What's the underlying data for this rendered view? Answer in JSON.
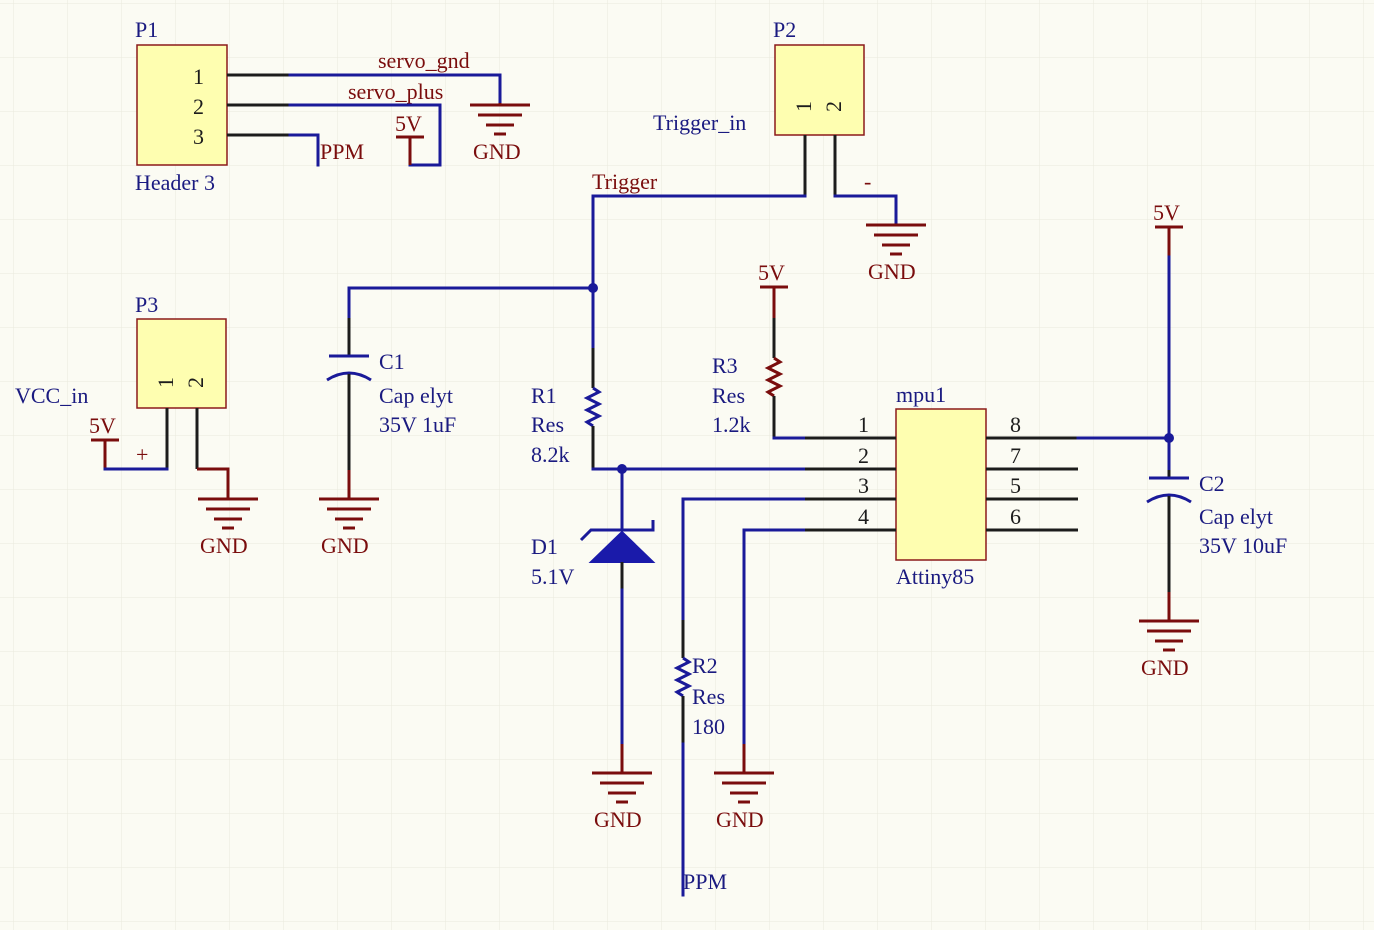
{
  "components": {
    "p1": {
      "designator": "P1",
      "comment": "Header 3",
      "pins": [
        "1",
        "2",
        "3"
      ]
    },
    "p2": {
      "designator": "P2",
      "pins": [
        "1",
        "2"
      ]
    },
    "p3": {
      "designator": "P3",
      "pins": [
        "1",
        "2"
      ]
    },
    "c1": {
      "designator": "C1",
      "comment": "Cap elyt",
      "value": "35V 1uF"
    },
    "c2": {
      "designator": "C2",
      "comment": "Cap elyt",
      "value": "35V 10uF"
    },
    "r1": {
      "designator": "R1",
      "comment": "Res",
      "value": "8.2k"
    },
    "r2": {
      "designator": "R2",
      "comment": "Res",
      "value": "180"
    },
    "r3": {
      "designator": "R3",
      "comment": "Res",
      "value": "1.2k"
    },
    "d1": {
      "designator": "D1",
      "value": "5.1V"
    },
    "mpu1": {
      "designator": "mpu1",
      "comment": "Attiny85",
      "left_pins": [
        "1",
        "2",
        "3",
        "4"
      ],
      "right_pins": [
        "8",
        "7",
        "5",
        "6"
      ]
    }
  },
  "nets": {
    "servo_gnd": "servo_gnd",
    "servo_plus": "servo_plus",
    "ppm": "PPM",
    "trigger": "Trigger",
    "trigger_in": "Trigger_in",
    "vcc_in": "VCC_in",
    "minus": "-",
    "plus": "+"
  },
  "power": {
    "supply": "5V",
    "ground": "GND"
  },
  "colors": {
    "sheet": "#fbfbf3",
    "grid": "#e9e9dc",
    "wire": "#1a1a99",
    "component_body": "#fefeb0",
    "power_port": "#7a0d0d",
    "label_blue": "#1a1a80",
    "label_red": "#7a0d0d"
  }
}
